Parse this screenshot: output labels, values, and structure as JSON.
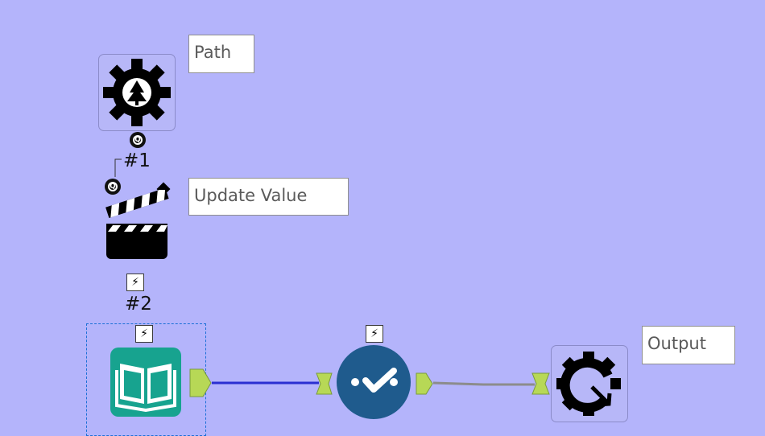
{
  "canvas": {
    "background": "#b4b4fb"
  },
  "tools": {
    "path": {
      "label": "Path",
      "icon": "gear-tree-icon",
      "badge": "Q"
    },
    "update_value": {
      "label": "Update Value",
      "icon": "clapperboard-icon",
      "number": "#1",
      "badge": "Q"
    },
    "book": {
      "icon": "book-icon",
      "number": "#2",
      "badge": "⚡",
      "color": "#17a38f"
    },
    "checkmark": {
      "icon": "checkmark-circle-icon",
      "badge": "⚡",
      "color": "#1f5b8d"
    },
    "output": {
      "label": "Output",
      "icon": "gear-arrow-icon"
    }
  },
  "colors": {
    "anchor": "#b7d856",
    "connection_active": "#2a2fd1",
    "connection_inactive": "#8c8c8c",
    "selection": "#1a6fd6"
  }
}
